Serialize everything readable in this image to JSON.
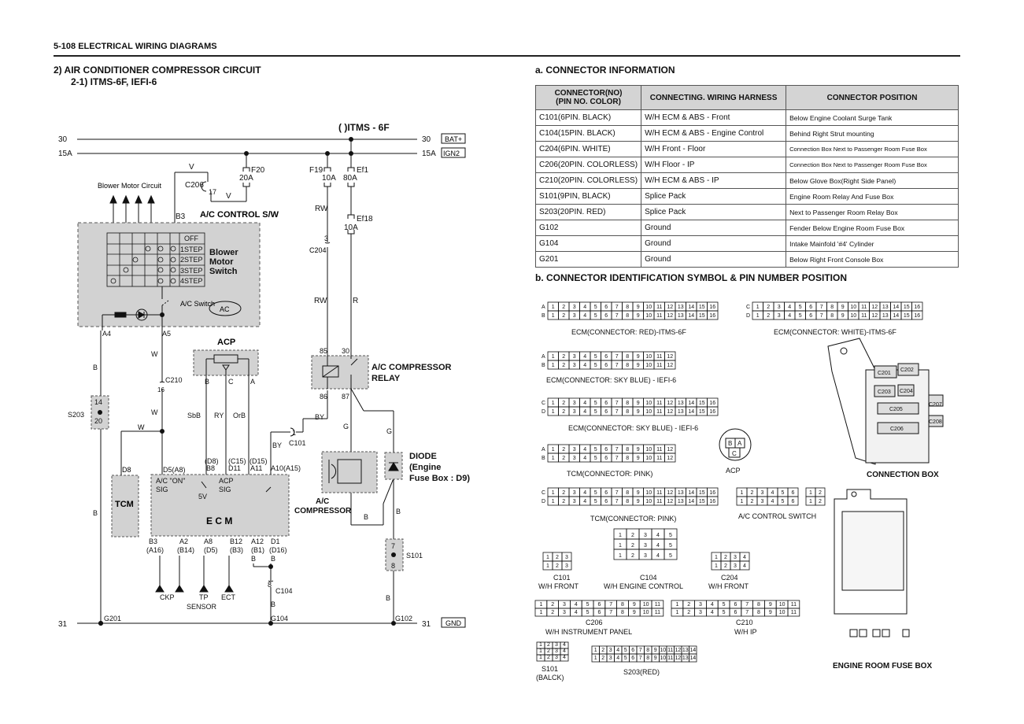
{
  "header": {
    "title": "5-108 ELECTRICAL WIRING DIAGRAMS"
  },
  "left": {
    "section": "2) AIR CONDITIONER COMPRESSOR CIRCUIT",
    "subsection": "2-1) ITMS-6F, IEFI-6"
  },
  "schematic": {
    "bus_title": "( )ITMS - 6F",
    "lines": [
      {
        "left": "30",
        "right": "30",
        "tag": "BAT+"
      },
      {
        "left": "15A",
        "right": "15A",
        "tag": "IGN2"
      },
      {
        "left": "31",
        "right": "31",
        "tag": "GND"
      }
    ],
    "fuses": [
      {
        "name": "F20",
        "amp": "20A"
      },
      {
        "name": "F19",
        "amp": "10A"
      },
      {
        "name": "Ef1",
        "amp": "80A"
      },
      {
        "name": "Ef18",
        "amp": "10A"
      }
    ],
    "labels": {
      "blower_circuit": "Blower Motor Circuit",
      "ac_control_sw": "A/C CONTROL S/W",
      "blower_switch": [
        "Blower",
        "Motor",
        "Switch"
      ],
      "steps": [
        "OFF",
        "1STEP",
        "2STEP",
        "3STEP",
        "4STEP"
      ],
      "ac_switch": "A/C Switch",
      "ac_badge": "AC",
      "acp": "ACP",
      "relay": [
        "A/C COMPRESSOR",
        "RELAY"
      ],
      "diode": [
        "DIODE",
        "(Engine",
        "Fuse Box : D9)"
      ],
      "compressor": [
        "A/C",
        "COMPRESSOR"
      ],
      "tcm": "TCM",
      "ecm": "E C M",
      "ac_on_sig": [
        "A/C \"ON\"",
        "SIG"
      ],
      "acp_sig": [
        "ACP",
        "SIG"
      ],
      "five_v": "5V",
      "ckp": "CKP",
      "tp_sensor": [
        "TP",
        "SENSOR"
      ],
      "ect": "ECT",
      "c206": "C206",
      "c204": "C204",
      "c210": "C210",
      "c101": "C101",
      "c104": "C104",
      "s203": "S203",
      "s101": "S101",
      "g201": "G201",
      "g104": "G104",
      "g102": "G102"
    }
  },
  "connector_info": {
    "title": "a. CONNECTOR INFORMATION",
    "headers": [
      "CONNECTOR(NO)\n(PIN NO. COLOR)",
      "CONNECTING. WIRING HARNESS",
      "CONNECTOR POSITION"
    ],
    "rows": [
      [
        "C101(6PIN. BLACK)",
        "W/H ECM & ABS - Front",
        "Below Engine Coolant Surge Tank"
      ],
      [
        "C104(15PIN. BLACK)",
        "W/H ECM & ABS - Engine Control",
        "Behind Right Strut mounting"
      ],
      [
        "C204(6PIN. WHITE)",
        "W/H Front - Floor",
        "Connection Box Next to Passenger Room Fuse Box"
      ],
      [
        "C206(20PIN. COLORLESS)",
        "W/H Floor - IP",
        "Connection Box Next to Passenger Room Fuse Box"
      ],
      [
        "C210(20PIN. COLORLESS)",
        "W/H ECM & ABS - IP",
        "Below Glove Box(Right Side Panel)"
      ],
      [
        "S101(9PIN, BLACK)",
        "Splice Pack",
        "Engine Room Relay And Fuse Box"
      ],
      [
        "S203(20PIN. RED)",
        "Splice Pack",
        "Next to Passenger Room Relay Box"
      ],
      [
        "G102",
        "Ground",
        "Fender Below Engine Room Fuse Box"
      ],
      [
        "G104",
        "Ground",
        "Intake Mainfold '#4' Cylinder"
      ],
      [
        "G201",
        "Ground",
        "Below Right Front Console Box"
      ]
    ]
  },
  "connector_ident": {
    "title": "b. CONNECTOR IDENTIFICATION SYMBOL & PIN NUMBER POSITION",
    "captions": {
      "ecm_red": "ECM(CONNECTOR: RED)-ITMS-6F",
      "ecm_white": "ECM(CONNECTOR: WHITE)-ITMS-6F",
      "ecm_blue1": "ECM(CONNECTOR: SKY BLUE) - IEFI-6",
      "ecm_blue2": "ECM(CONNECTOR: SKY BLUE) - IEFI-6",
      "tcm_pink1": "TCM(CONNECTOR: PINK)",
      "tcm_pink2": "TCM(CONNECTOR: PINK)",
      "acp": "ACP",
      "ac_control_switch": "A/C CONTROL SWITCH",
      "c101": [
        "C101",
        "W/H FRONT"
      ],
      "c104": [
        "C104",
        "W/H ENGINE CONTROL"
      ],
      "c204": [
        "C204",
        "W/H FRONT"
      ],
      "c206": [
        "C206",
        "W/H INSTRUMENT PANEL"
      ],
      "c210": [
        "C210",
        "W/H IP"
      ],
      "s101": [
        "S101",
        "(BALCK)"
      ],
      "s203": "S203(RED)",
      "connection_box": "CONNECTION BOX",
      "engine_room_fuse_box": "ENGINE ROOM FUSE BOX"
    }
  }
}
